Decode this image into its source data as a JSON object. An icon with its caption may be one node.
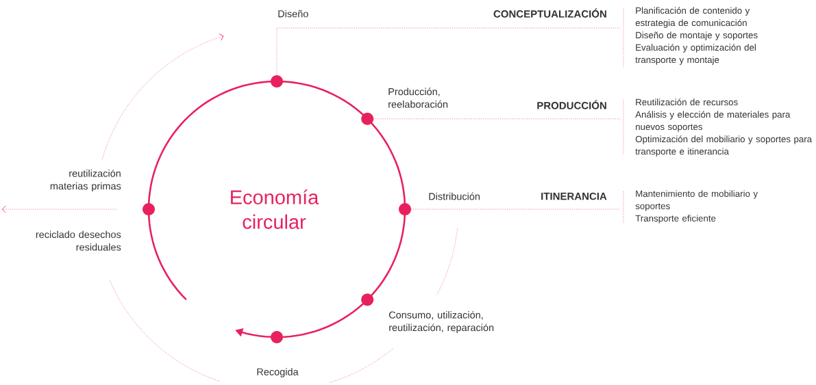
{
  "diagram": {
    "nodes": [
      {
        "text": [],
        "shape": "circle"
      },
      {
        "text": [
          "CONCEPTUALIZACIÓN",
          "Planificación de contenido y estrategia de comunicación",
          "Diseño de montaje y soportes",
          "Evaluación y optimización del transporte y montaje"
        ]
      },
      {
        "text": [],
        "shape": "circle",
        "beside": [
          "Producción, reelaboración"
        ]
      },
      {
        "text": [
          "PRODUCCIÓN",
          "Reutilización de recursos",
          "Análisis y elección de materiales para nuevos soportes",
          "Optimización del mobiliario y soportes para transporte e itinerancia"
        ]
      },
      {
        "text": [],
        "shape": "circle",
        "beside": [
          "Distribución"
        ]
      },
      {
        "text": [
          "ITINERANCIA",
          "Mantenimiento de mobiliario y soportes",
          "Transporte eficiente"
        ]
      },
      {
        "text": [],
        "shape": "circle",
        "beside": [
          "reutilización materias primas",
          "reciclado desechos residuales"
        ]
      },
      {
        "text": [],
        "shape": "circle",
        "beside": [
          "Consumo, utilización, reutilización, reparación"
        ]
      },
      {
        "text": [],
        "shape": "circle",
        "beside": [
          "Recogida"
        ]
      }
    ],
    "edges": [
      {
        "from": 0,
        "to": 1,
        "arrow": "none",
        "style": "dashed"
      },
      {
        "from": 2,
        "to": 3,
        "arrow": "none",
        "style": "dashed"
      },
      {
        "from": 4,
        "to": 5,
        "arrow": "none",
        "style": "dashed"
      },
      {
        "from": 6,
        "to": null,
        "arrow": "to",
        "style": "dashed"
      }
    ],
    "labels": [
      "Diseño",
      "Economía circular"
    ]
  }
}
